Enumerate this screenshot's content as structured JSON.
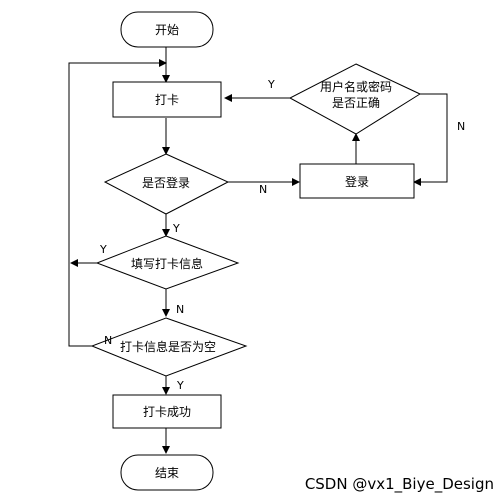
{
  "nodes": {
    "start": "开始",
    "clock_in": "打卡",
    "is_logged_in": "是否登录",
    "login": "登录",
    "credentials_check_line1": "用户名或密码",
    "credentials_check_line2": "是否正确",
    "fill_info": "填写打卡信息",
    "info_empty": "打卡信息是否为空",
    "success": "打卡成功",
    "end": "结束"
  },
  "edge_labels": {
    "credentials_yes": "Y",
    "credentials_no": "N",
    "logged_in_yes": "Y",
    "logged_in_no": "N",
    "fill_yes": "Y",
    "fill_no": "N",
    "empty_yes_loop": "N",
    "empty_no": "Y"
  },
  "watermark": "CSDN @vx1_Biye_Design",
  "colors": {
    "stroke": "#000000",
    "shape_fill": "#ffffff",
    "watermark": "#5f5f5f"
  }
}
